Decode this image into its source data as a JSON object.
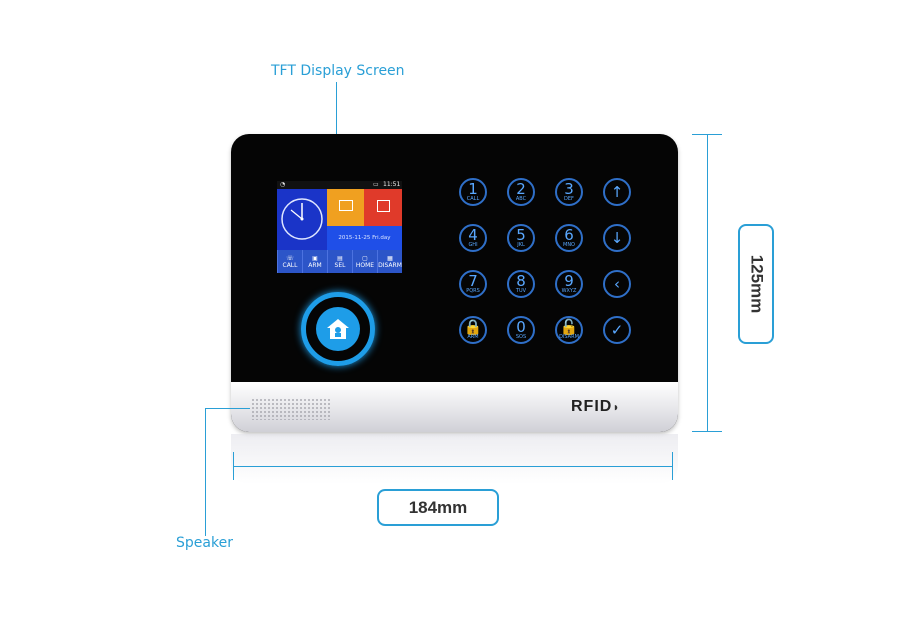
{
  "callouts": {
    "tft_label": "TFT Display Screen",
    "speaker_label": "Speaker"
  },
  "dimensions": {
    "width_label": "184mm",
    "height_label": "125mm"
  },
  "device": {
    "brand_label": "RFID",
    "screen": {
      "time": "11:51",
      "date_text": "2015-11-25 Fri.day",
      "bottom_cells": [
        "CALL",
        "ARM",
        "SEL",
        "HOME",
        "DISARM"
      ]
    },
    "keypad": [
      {
        "num": "1",
        "sub": "CALL"
      },
      {
        "num": "2",
        "sub": "ABC"
      },
      {
        "num": "3",
        "sub": "DEF"
      },
      {
        "num": "↑",
        "sub": ""
      },
      {
        "num": "4",
        "sub": "GHI"
      },
      {
        "num": "5",
        "sub": "JKL"
      },
      {
        "num": "6",
        "sub": "MNO"
      },
      {
        "num": "↓",
        "sub": ""
      },
      {
        "num": "7",
        "sub": "PQRS"
      },
      {
        "num": "8",
        "sub": "TUV"
      },
      {
        "num": "9",
        "sub": "WXYZ"
      },
      {
        "num": "‹",
        "sub": ""
      },
      {
        "num": "🔒",
        "sub": "ARM"
      },
      {
        "num": "0",
        "sub": "SOS"
      },
      {
        "num": "🔓",
        "sub": "DISARM"
      },
      {
        "num": "✓",
        "sub": ""
      }
    ]
  },
  "colors": {
    "accent": "#2a9fd6",
    "device_body": "#050505",
    "key_glow": "#2f6fc8",
    "screen_blue": "#1e3bd8",
    "tile_orange": "#f0a020",
    "tile_red": "#e03a2a"
  }
}
